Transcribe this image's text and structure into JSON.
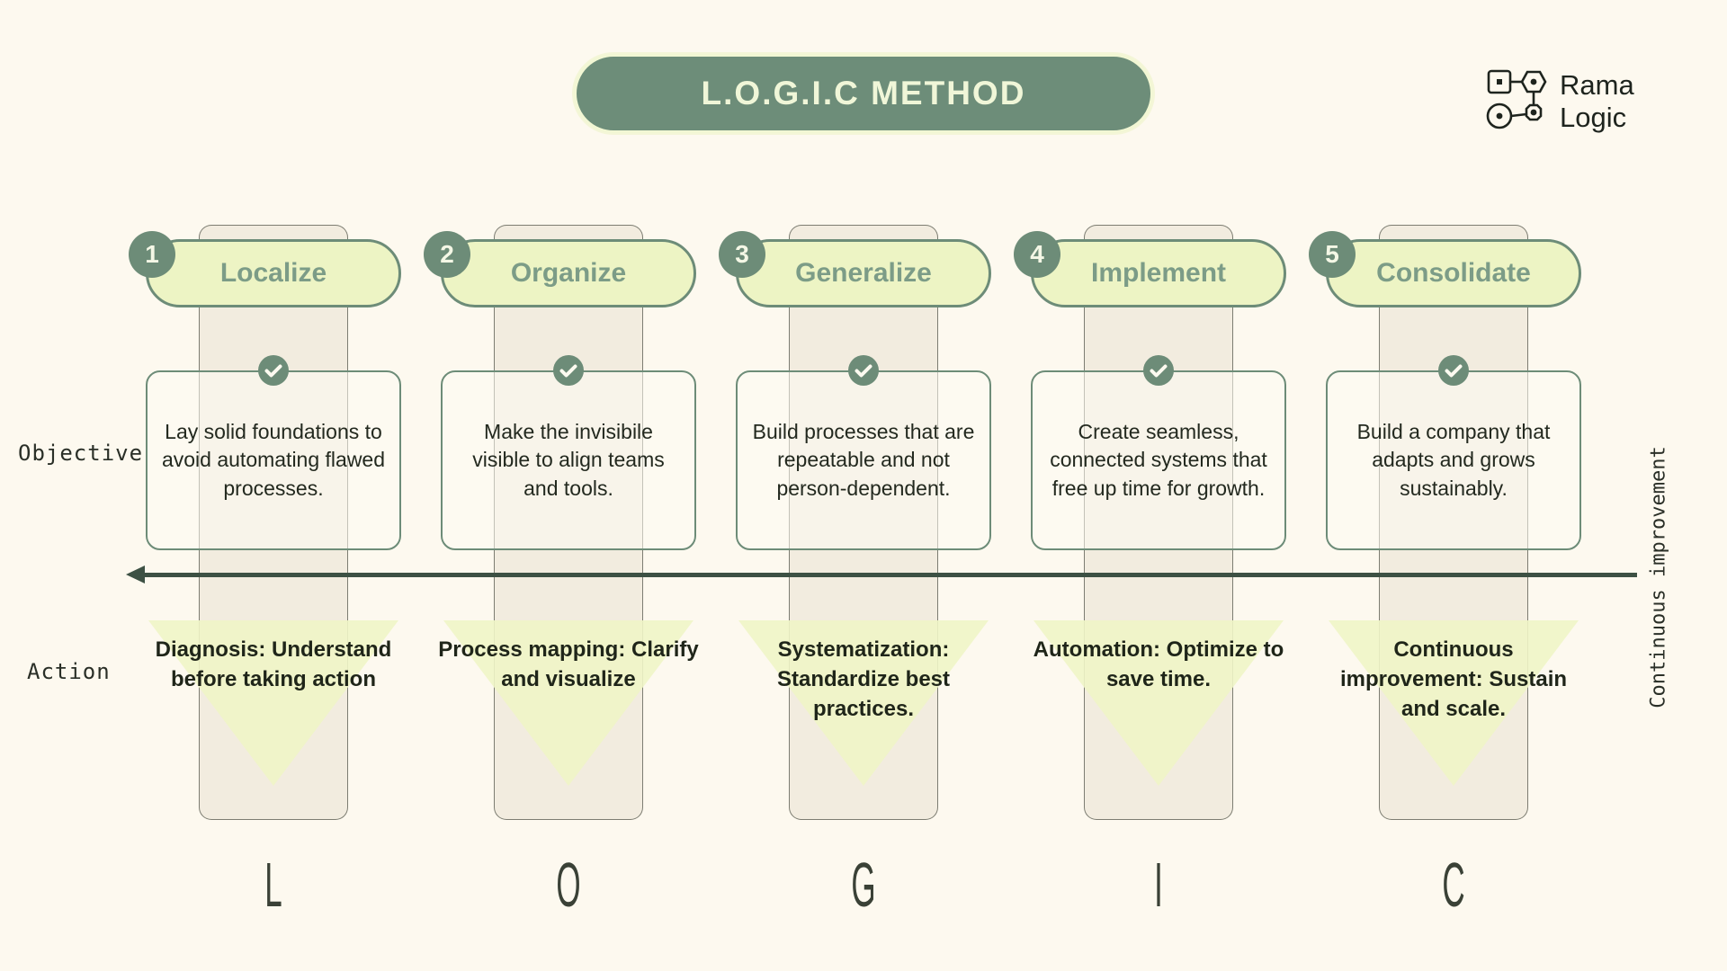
{
  "header": {
    "title": "L.O.G.I.C METHOD"
  },
  "logo": {
    "line1": "Rama",
    "line2": "Logic",
    "icon": "node-network-logo-icon"
  },
  "row_labels": {
    "objective": "Objective",
    "action": "Action"
  },
  "axis": {
    "vertical_label": "Continuous improvement",
    "arrow_direction": "left"
  },
  "columns": [
    {
      "number": "1",
      "title": "Localize",
      "objective": "Lay solid foundations to avoid automating flawed processes.",
      "action": "Diagnosis: Understand before taking action",
      "letter": "L"
    },
    {
      "number": "2",
      "title": "Organize",
      "objective": "Make the invisibile visible to align teams and tools.",
      "action": "Process mapping: Clarify and visualize",
      "letter": "O"
    },
    {
      "number": "3",
      "title": "Generalize",
      "objective": "Build processes that are repeatable and not person-dependent.",
      "action": "Systematization: Standardize best practices.",
      "letter": "G"
    },
    {
      "number": "4",
      "title": "Implement",
      "objective": "Create seamless, connected systems that free up time for growth.",
      "action": "Automation: Optimize to save time.",
      "letter": "I"
    },
    {
      "number": "5",
      "title": "Consolidate",
      "objective": "Build a company that adapts and grows sustainably.",
      "action": "Continuous improvement: Sustain and scale.",
      "letter": "C"
    }
  ],
  "colors": {
    "background": "#fdf9ef",
    "sage_dark": "#6d8c78",
    "pill_light": "#edf4c4",
    "pill_text": "#7c9c87",
    "column_beige": "#f2ecdf",
    "arrow": "#3d5144",
    "title_text": "#f0f6d8",
    "body_text": "#23291f"
  }
}
